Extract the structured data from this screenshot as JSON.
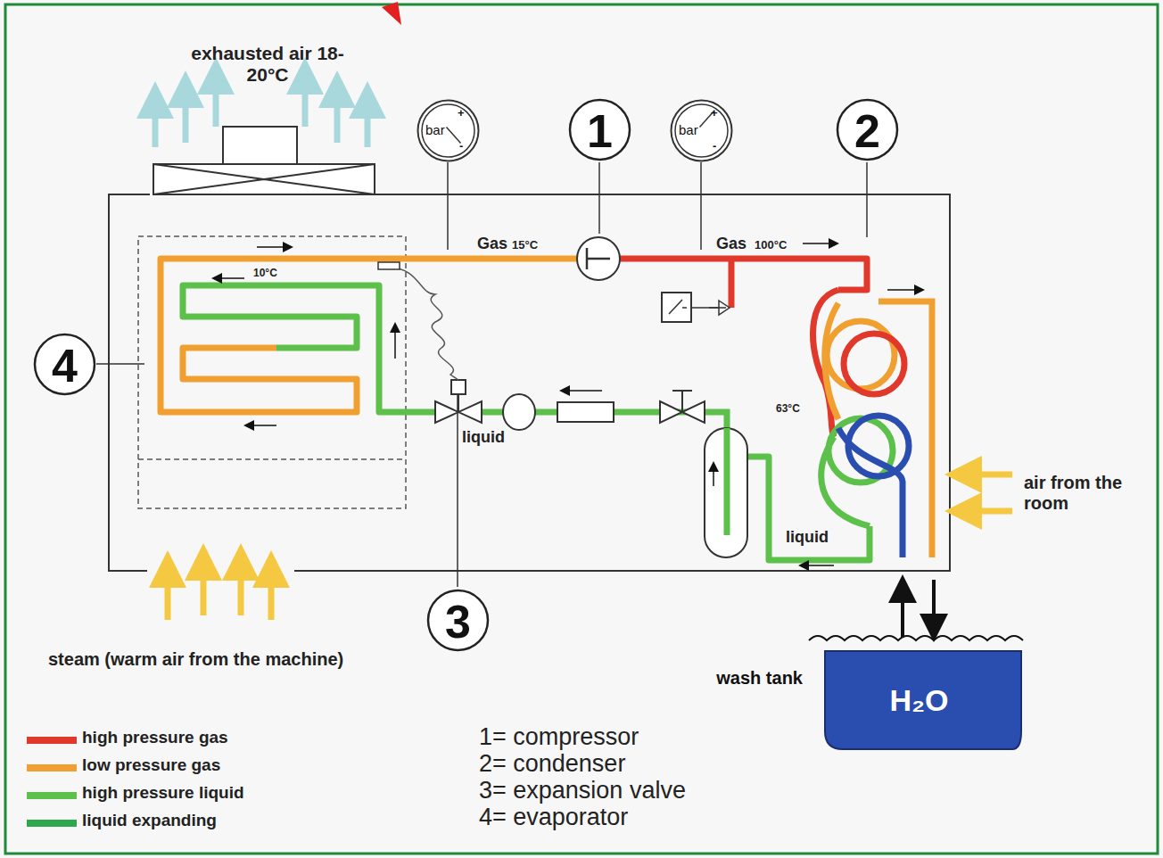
{
  "diagram": {
    "nodes": [
      {
        "text": [
          "bar",
          "+",
          "-"
        ]
      },
      {
        "text": [
          "1"
        ]
      },
      {
        "text": [
          "bar",
          "+",
          "-"
        ]
      },
      {
        "text": [
          "2"
        ]
      },
      {
        "text": [
          "4"
        ]
      },
      {
        "text": [
          "3"
        ]
      },
      {
        "text": [
          "wash tank",
          "H₂O"
        ]
      }
    ],
    "labels": [
      "exhausted air 18-20°C",
      "Gas",
      "15°C",
      "Gas",
      "100°C",
      "10°C",
      "63°C",
      "liquid",
      "air from the room",
      "liquid",
      "steam (warm air from the machine)",
      "1= compressor",
      "2= condenser",
      "3= expansion valve",
      "4= evaporator"
    ],
    "legend": [
      {
        "text": "high pressure gas",
        "color": "#e0382b"
      },
      {
        "text": "low pressure gas",
        "color": "#f0a030"
      },
      {
        "text": "high pressure liquid",
        "color": "#5cc04a"
      },
      {
        "text": "liquid expanding",
        "color": "#2ea84a"
      }
    ]
  }
}
